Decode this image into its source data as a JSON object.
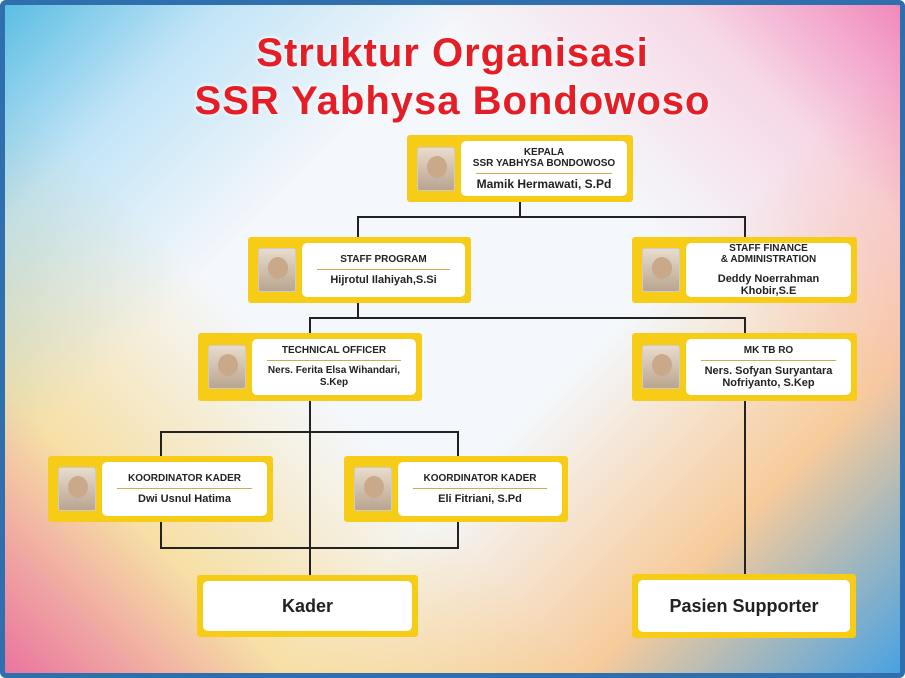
{
  "title": {
    "line1": "Struktur Organisasi",
    "line2": "SSR Yabhysa Bondowoso"
  },
  "nodes": {
    "kepala": {
      "role1": "KEPALA",
      "role2": "SSR YABHYSA BONDOWOSO",
      "name": "Mamik Hermawati, S.Pd"
    },
    "staff_program": {
      "role": "STAFF PROGRAM",
      "name": "Hijrotul Ilahiyah,S.Si"
    },
    "staff_finance": {
      "role1": "STAFF FINANCE",
      "role2": "& ADMINISTRATION",
      "name": "Deddy Noerrahman Khobir,S.E"
    },
    "technical_officer": {
      "role": "TECHNICAL OFFICER",
      "name": "Ners. Ferita Elsa Wihandari, S.Kep"
    },
    "mk_tb_ro": {
      "role": "MK TB RO",
      "name1": "Ners. Sofyan Suryantara",
      "name2": "Nofriyanto, S.Kep"
    },
    "koordinator1": {
      "role": "KOORDINATOR KADER",
      "name": "Dwi Usnul Hatima"
    },
    "koordinator2": {
      "role": "KOORDINATOR KADER",
      "name": "Eli Fitriani, S.Pd"
    },
    "kader": {
      "label": "Kader"
    },
    "pasien": {
      "label": "Pasien Supporter"
    }
  },
  "colors": {
    "title": "#e41e26",
    "box": "#f6cc17",
    "frame": "#2f6fae"
  }
}
